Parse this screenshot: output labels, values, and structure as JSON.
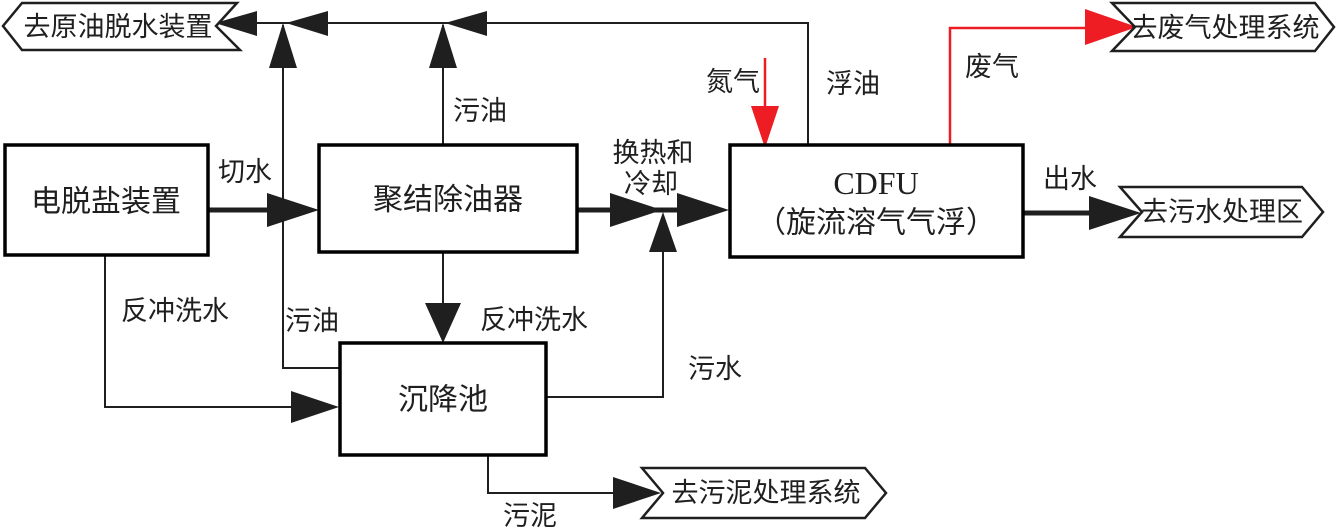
{
  "diagram": {
    "boxes": {
      "desalting": {
        "label": "电脱盐装置"
      },
      "coalescer": {
        "label": "聚结除油器"
      },
      "settling": {
        "label": "沉降池"
      },
      "cdfu": {
        "label_line1": "CDFU",
        "label_line2": "（旋流溶气气浮）"
      }
    },
    "banners": {
      "to_crude_dehydration": {
        "label": "去原油脱水装置"
      },
      "to_waste_gas_system": {
        "label": "去废气处理系统"
      },
      "to_wastewater_area": {
        "label": "去污水处理区"
      },
      "to_sludge_system": {
        "label": "去污泥处理系统"
      }
    },
    "flow_labels": {
      "cut_water": "切水",
      "dirty_oil_to_header": "污油",
      "dirty_oil_from_settling": "污油",
      "backwash_from_desalting": "反冲洗水",
      "backwash_from_coalescer": "反冲洗水",
      "heat_exchange_line1": "换热和",
      "heat_exchange_line2": "冷却",
      "nitrogen": "氮气",
      "floating_oil": "浮油",
      "waste_gas": "废气",
      "outlet_water": "出水",
      "sewage_water": "污水",
      "sludge": "污泥"
    },
    "colors": {
      "line": "#1f1f1f",
      "accent_red": "#ee1d23",
      "fill": "#ffffff"
    }
  }
}
